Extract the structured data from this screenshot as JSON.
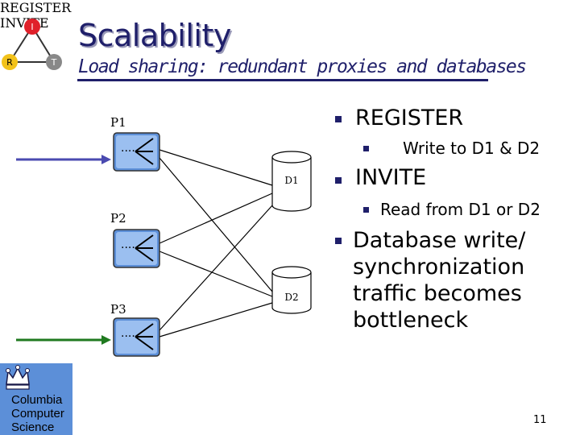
{
  "header": {
    "title": "Scalability",
    "subtitle": "Load sharing: redundant proxies and databases"
  },
  "logo_triangle": {
    "top": "I",
    "left": "R",
    "right": "T"
  },
  "diagram": {
    "proxies": [
      "P1",
      "P2",
      "P3"
    ],
    "databases": [
      "D1",
      "D2"
    ],
    "register_label": "REGISTER",
    "invite_label": "INVITE",
    "register_color": "#4a4ab0",
    "invite_color": "#1f7a1f",
    "proxy_fill": "#5c8fd8"
  },
  "bullets": [
    {
      "level": 1,
      "text": "REGISTER"
    },
    {
      "level": 2,
      "text": "Write to D1 & D2"
    },
    {
      "level": 1,
      "text": "INVITE"
    },
    {
      "level": 2,
      "text": "Read from D1 or D2"
    },
    {
      "level": 1,
      "text": "Database write/ synchronization traffic becomes bottleneck"
    }
  ],
  "footer": {
    "logo_text_line1": "Columbia",
    "logo_text_line2": "Computer",
    "logo_text_line3": "Science",
    "page_number": "11"
  },
  "colors": {
    "title": "#1f1f6a",
    "bullet": "#1f1f6a",
    "logo_bg": "#5c8fd8"
  }
}
